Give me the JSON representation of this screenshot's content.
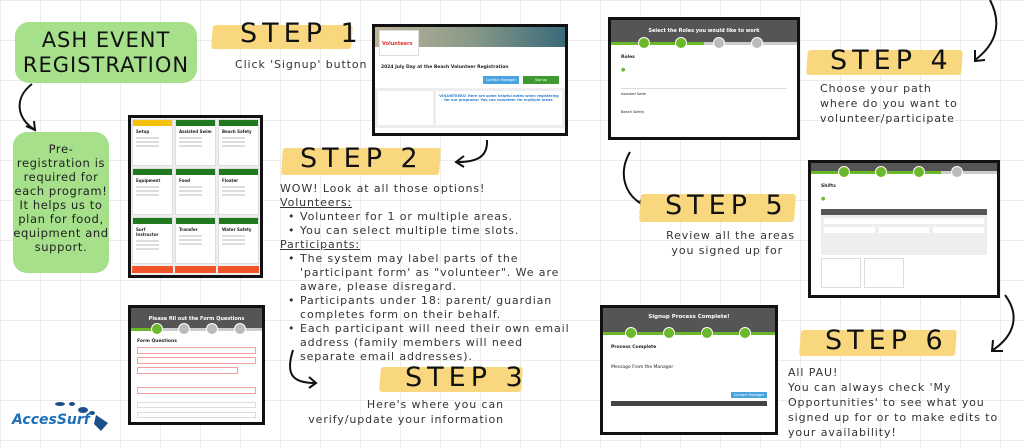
{
  "title": {
    "line1": "ASH EVENT",
    "line2": "REGISTRATION"
  },
  "prereg": "Pre-registration is required for each program! It helps us to plan for food, equipment and support.",
  "logo": "AccesSurf",
  "steps": [
    {
      "label": "STEP 1",
      "text": "Click 'Signup' button"
    },
    {
      "label": "STEP 2",
      "intro": "WOW! Look at all those options!",
      "volunteers_heading": "Volunteers:",
      "volunteers": [
        "Volunteer for 1 or multiple areas.",
        "You can select multiple time slots."
      ],
      "participants_heading": "Participants:",
      "participants": [
        "The system may label parts of the 'participant form' as \"volunteer\". We are aware, please disregard.",
        "Participants under 18: parent/ guardian completes form on their behalf.",
        "Each participant will need their own email address (family members will need separate email addresses)."
      ]
    },
    {
      "label": "STEP 3",
      "line1": "Here's where you can",
      "line2": "verify/update your information"
    },
    {
      "label": "STEP 4",
      "line1": "Choose your path",
      "line2": "where do you want to",
      "line3": "volunteer/participate"
    },
    {
      "label": "STEP 5",
      "line1": "Review all the areas",
      "line2": "you signed up for"
    },
    {
      "label": "STEP 6",
      "line1": "All PAU!",
      "line2": "You can always check 'My Opportunities' to see what you signed up for or to make edits to your availability!"
    }
  ],
  "screens": {
    "signup": {
      "brand": "Volunteers",
      "event": "2024 July Day at the Beach Volunteer Registration",
      "btn1": "Contact Manager",
      "btn2": "Signup",
      "notice": "VOLUNTEERS! Here are some helpful notes when registering for our programs: You can volunteer for multiple areas."
    },
    "grid": {
      "cards": [
        "Setup",
        "Assisted Swim",
        "Beach Safety",
        "Equipment",
        "Food",
        "Floater",
        "Surf Instructor",
        "Transfer",
        "Water Safety"
      ]
    },
    "form": {
      "header": "Please fill out the Form Questions",
      "section": "Form Questions"
    },
    "roles": {
      "header": "Select the Roles you would like to work",
      "section": "Roles",
      "items": [
        "Assisted Swim",
        "Beach Safety"
      ]
    },
    "shifts": {
      "section": "Shifts"
    },
    "complete": {
      "header": "Signup Process Complete!",
      "section": "Process Complete",
      "message": "Message From the Manager",
      "btn": "Contact Manager"
    }
  },
  "colors": {
    "green": "#a6e08a",
    "highlight": "#f8d77e",
    "accent": "#6bb82b"
  }
}
